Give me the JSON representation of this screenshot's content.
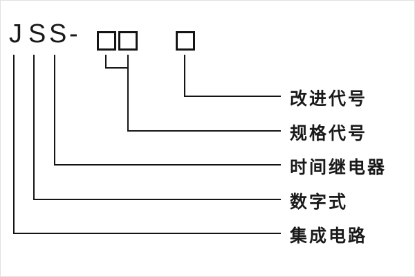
{
  "model": {
    "prefix_chars": [
      "J",
      "S",
      "S",
      "-"
    ],
    "box_count": 3
  },
  "labels": {
    "improvement_code": "改进代号",
    "specification_code": "规格代号",
    "time_relay": "时间继电器",
    "digital_type": "数字式",
    "integrated_circuit": "集成电路"
  },
  "colors": {
    "line": "#141414",
    "text": "#1a1a1a",
    "background": "#ffffff"
  }
}
